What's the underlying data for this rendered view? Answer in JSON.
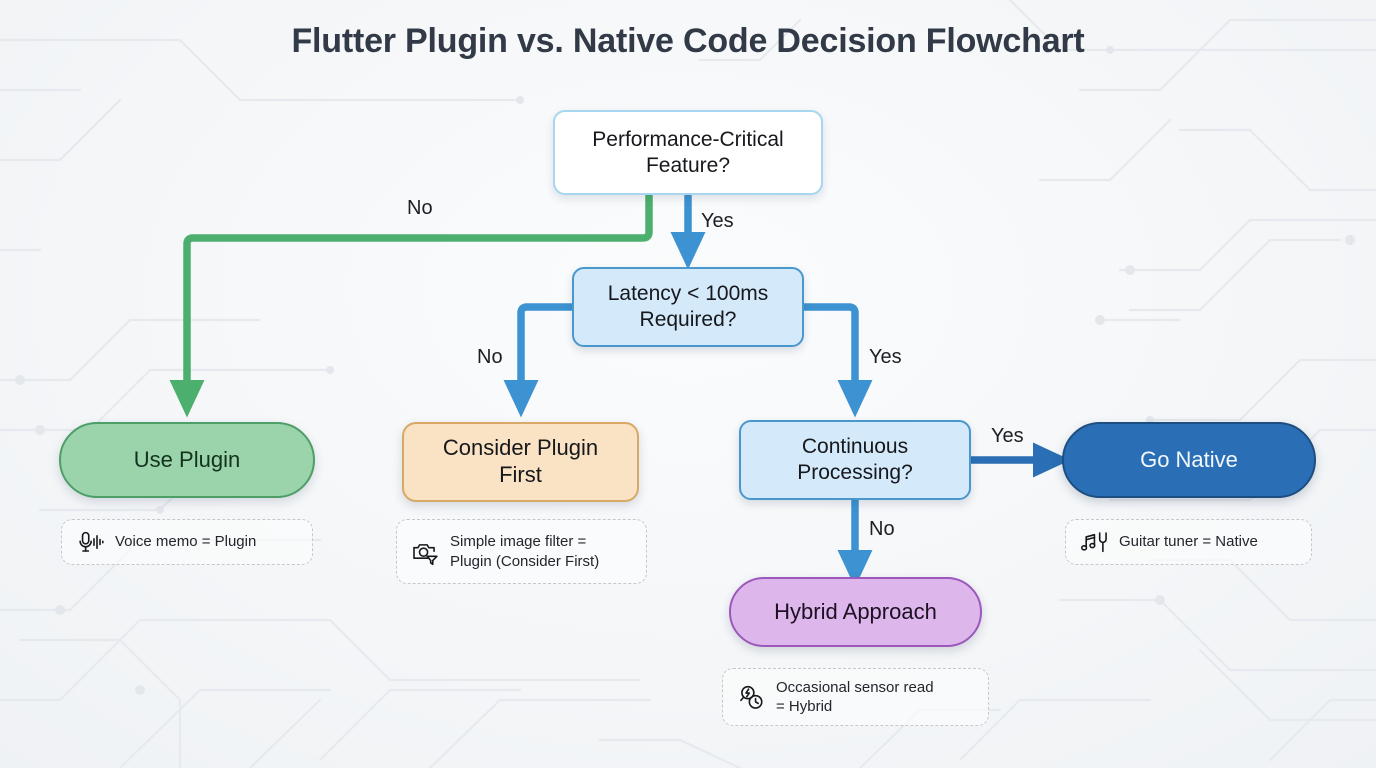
{
  "page": {
    "title": "Flutter Plugin vs. Native Code Decision Flowchart",
    "background_pattern": "circuit-board-traces",
    "background_color": "#f2f5f7"
  },
  "colors": {
    "title_text": "#313a46",
    "decision_top_fill": "#ffffff",
    "decision_top_border": "#a8d5ef",
    "decision_fill": "#d4e9fa",
    "decision_border": "#4a97ce",
    "plugin_fill": "#9bd3ab",
    "plugin_border": "#4e9e68",
    "consider_fill": "#fae3c4",
    "consider_border": "#d8a866",
    "native_fill": "#2a6fb5",
    "native_border": "#1d4e82",
    "hybrid_fill": "#ddb7ec",
    "hybrid_border": "#9c58bb",
    "edge_green": "#4caf6d",
    "edge_blue": "#3d92d1",
    "edge_dark_blue": "#2a6fb5",
    "caption_border": "#c3c8cf"
  },
  "chart_data": {
    "type": "diagram",
    "diagram_kind": "decision-flowchart",
    "title": "Flutter Plugin vs. Native Code Decision Flowchart",
    "nodes": [
      {
        "id": "perf",
        "label": "Performance-Critical Feature?",
        "shape": "rounded-rect",
        "role": "decision"
      },
      {
        "id": "latency",
        "label": "Latency < 100ms Required?",
        "shape": "rounded-rect",
        "role": "decision"
      },
      {
        "id": "continuous",
        "label": "Continuous Processing?",
        "shape": "rounded-rect",
        "role": "decision"
      },
      {
        "id": "plugin",
        "label": "Use Plugin",
        "shape": "stadium",
        "role": "outcome"
      },
      {
        "id": "consider",
        "label": "Consider Plugin First",
        "shape": "rounded-rect",
        "role": "outcome"
      },
      {
        "id": "native",
        "label": "Go Native",
        "shape": "stadium",
        "role": "outcome"
      },
      {
        "id": "hybrid",
        "label": "Hybrid Approach",
        "shape": "stadium",
        "role": "outcome"
      }
    ],
    "edges": [
      {
        "from": "perf",
        "to": "plugin",
        "label": "No",
        "color": "#4caf6d"
      },
      {
        "from": "perf",
        "to": "latency",
        "label": "Yes",
        "color": "#3d92d1"
      },
      {
        "from": "latency",
        "to": "consider",
        "label": "No",
        "color": "#3d92d1"
      },
      {
        "from": "latency",
        "to": "continuous",
        "label": "Yes",
        "color": "#3d92d1"
      },
      {
        "from": "continuous",
        "to": "native",
        "label": "Yes",
        "color": "#2a6fb5"
      },
      {
        "from": "continuous",
        "to": "hybrid",
        "label": "No",
        "color": "#3d92d1"
      }
    ],
    "annotations": [
      {
        "for": "plugin",
        "icon": "microphone-waveform-icon",
        "text": "Voice memo = Plugin"
      },
      {
        "for": "consider",
        "icon": "camera-filter-icon",
        "text": "Simple image filter = Plugin (Consider First)"
      },
      {
        "for": "native",
        "icon": "music-tuning-fork-icon",
        "text": "Guitar tuner = Native"
      },
      {
        "for": "hybrid",
        "icon": "sensor-clock-icon",
        "text": "Occasional sensor read = Hybrid"
      }
    ]
  },
  "nodes": {
    "perf": {
      "line1": "Performance-Critical",
      "line2": "Feature?"
    },
    "latency": {
      "line1": "Latency < 100ms",
      "line2": "Required?"
    },
    "continuous": {
      "line1": "Continuous",
      "line2": "Processing?"
    },
    "plugin": {
      "line1": "Use Plugin"
    },
    "consider": {
      "line1": "Consider Plugin",
      "line2": "First"
    },
    "native": {
      "line1": "Go Native"
    },
    "hybrid": {
      "line1": "Hybrid Approach"
    }
  },
  "edge_labels": {
    "perf_no": "No",
    "perf_yes": "Yes",
    "latency_no": "No",
    "latency_yes": "Yes",
    "continuous_yes": "Yes",
    "continuous_no": "No"
  },
  "captions": {
    "voice": {
      "icon": "microphone-waveform-icon",
      "line1": "Voice memo = Plugin"
    },
    "filter": {
      "icon": "camera-filter-icon",
      "line1": "Simple image filter =",
      "line2": "Plugin (Consider First)"
    },
    "guitar": {
      "icon": "music-tuning-fork-icon",
      "line1": "Guitar tuner = Native"
    },
    "sensor": {
      "icon": "sensor-clock-icon",
      "line1": "Occasional sensor read",
      "line2": "= Hybrid"
    }
  }
}
